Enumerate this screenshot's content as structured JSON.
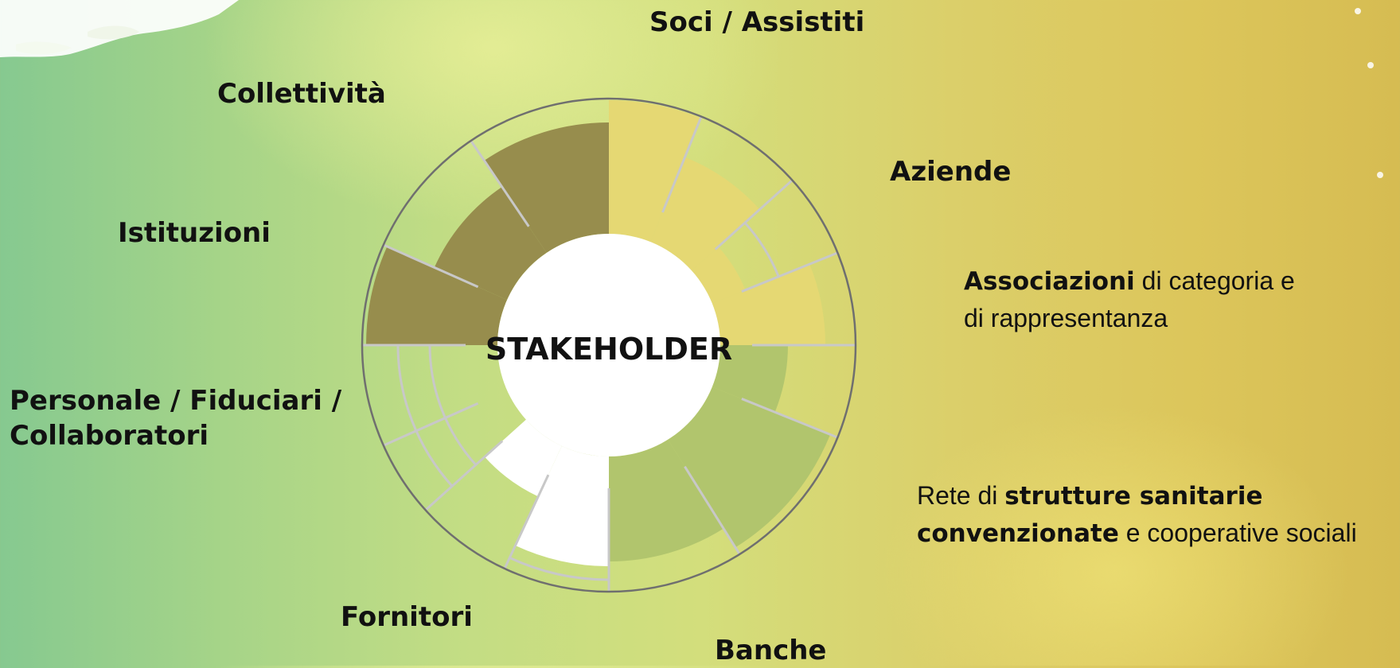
{
  "center_label": "STAKEHOLDER",
  "stakeholders": {
    "soci": "Soci / Assistiti",
    "collettivita": "Collettività",
    "aziende": "Aziende",
    "istituzioni": "Istituzioni",
    "personale_line1": "Personale / Fiduciari /",
    "personale_line2": "Collaboratori",
    "fornitori": "Fornitori",
    "banche": "Banche"
  },
  "associazioni": {
    "bold": "Associazioni",
    "rest1": " di categoria e",
    "line2": "di rappresentanza"
  },
  "rete": {
    "prefix": "Rete di ",
    "bold1": "strutture sanitarie",
    "bold2": "convenzionate",
    "suffix": " e cooperative sociali"
  },
  "colors": {
    "quadrant_top_right": "#e5d873",
    "quadrant_top_left": "#978d4d",
    "quadrant_bottom_right": "#b1c56d",
    "quadrant_bottom_left": "#ffffff",
    "segment_fill": "#c5d87e",
    "ring_outline": "#6f6f6f",
    "divider": "#c8c8c8"
  }
}
